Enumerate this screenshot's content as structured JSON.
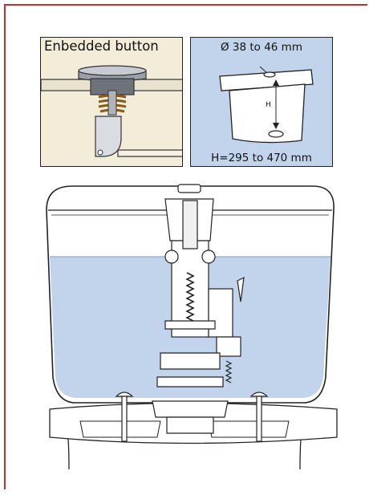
{
  "panels": {
    "button": {
      "title": "Enbedded button"
    },
    "cistern": {
      "diameter": "Ø 38 to 46 mm",
      "height_symbol": "H",
      "height_range": "H=295 to 470 mm"
    }
  },
  "colors": {
    "frame": "#cc2b2b",
    "water": "#c2d4ec",
    "button_panel": "#f3ecd9",
    "line": "#222222"
  }
}
